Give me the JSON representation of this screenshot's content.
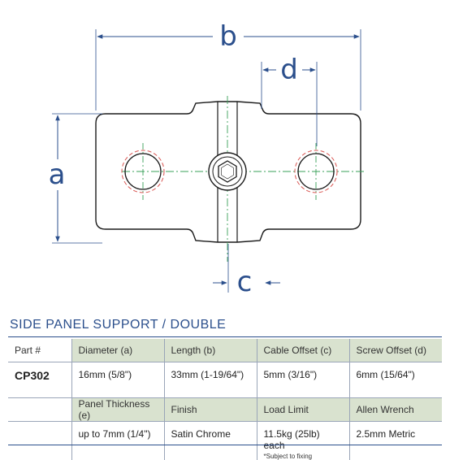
{
  "drawing": {
    "dimensions": {
      "a": "a",
      "b": "b",
      "c": "c",
      "d": "d"
    },
    "colors": {
      "outline": "#1a1a1a",
      "dimension": "#2b4f8c",
      "centerline": "#3aa15a",
      "hole_guide": "#d9534f"
    }
  },
  "product": {
    "title": "SIDE PANEL SUPPORT / DOUBLE"
  },
  "table": {
    "part_label": "Part #",
    "part_number": "CP302",
    "header1": [
      "Diameter (a)",
      "Length (b)",
      "Cable Offset (c)",
      "Screw Offset (d)"
    ],
    "row1": [
      "16mm (5/8\")",
      "33mm (1-19/64\")",
      "5mm (3/16\")",
      "6mm (15/64\")"
    ],
    "header2": [
      "Panel Thickness (e)",
      "Finish",
      "Load Limit",
      "Allen Wrench"
    ],
    "row2": [
      "up to 7mm (1/4\")",
      "Satin Chrome",
      "11.5kg (25lb) each",
      "2.5mm Metric"
    ],
    "load_note": "*Subject to fixing"
  }
}
